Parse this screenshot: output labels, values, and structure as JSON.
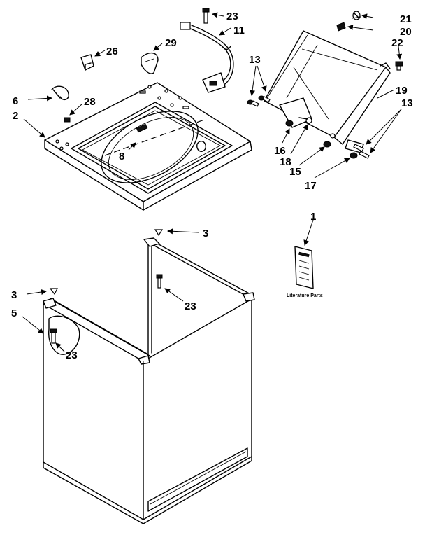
{
  "callouts": {
    "c23_top": "23",
    "c11": "11",
    "c21": "21",
    "c20": "20",
    "c26": "26",
    "c29": "29",
    "c22": "22",
    "c13_top": "13",
    "c19": "19",
    "c6": "6",
    "c28": "28",
    "c2": "2",
    "c13_right": "13",
    "c8": "8",
    "c16": "16",
    "c18": "18",
    "c15": "15",
    "c17": "17",
    "c1": "1",
    "c3_mid": "3",
    "c23_mid": "23",
    "c3_left": "3",
    "c5": "5",
    "c23_left": "23"
  },
  "literature_caption": "Literature Parts"
}
